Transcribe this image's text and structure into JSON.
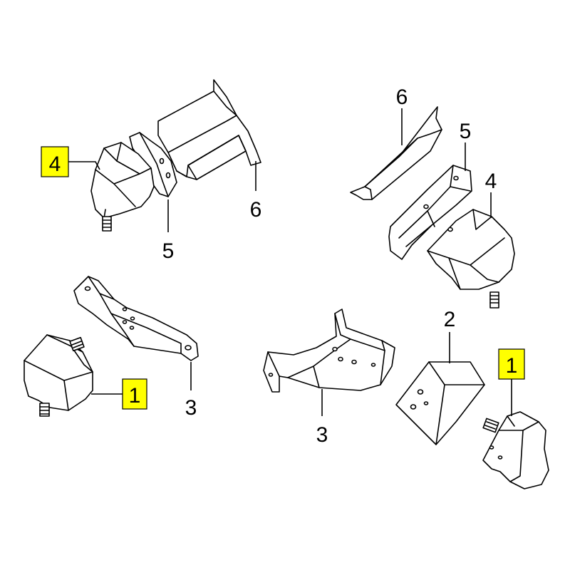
{
  "highlight_color": "#ffff00",
  "labels": {
    "l_4_left": "4",
    "l_5_left": "5",
    "l_6_left": "6",
    "l_1_left": "1",
    "l_3_left": "3",
    "l_6_right": "6",
    "l_5_right": "5",
    "l_4_right": "4",
    "l_3_center": "3",
    "l_2_right": "2",
    "l_1_right": "1"
  }
}
